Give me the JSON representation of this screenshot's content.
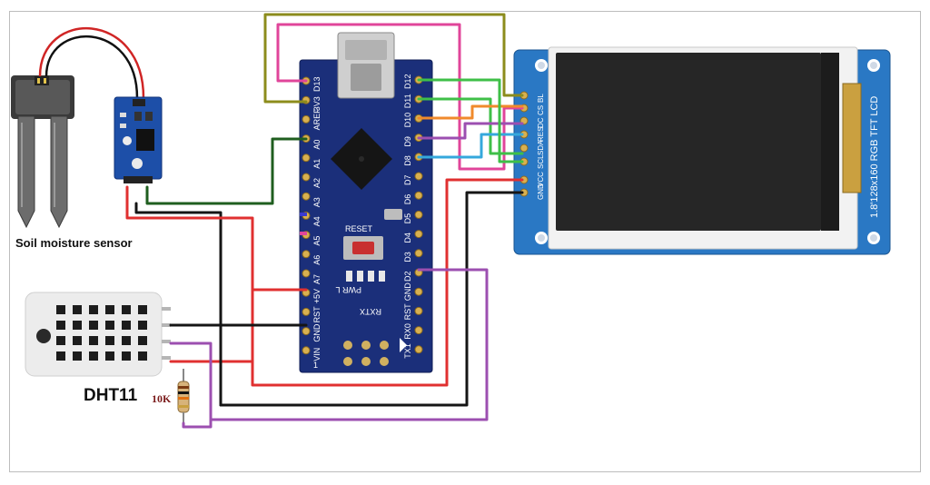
{
  "labels": {
    "soil_sensor": "Soil moisture sensor",
    "dht": "DHT11",
    "resistor": "10K",
    "tft_title": "1.8'128x160 RGB TFT LCD",
    "reset": "RESET",
    "rxtx": "RXTX",
    "pwr_l": "PWR L",
    "nano_one": "1"
  },
  "nano_left_pins": [
    "D13",
    "3V3",
    "AREF",
    "A0",
    "A1",
    "A2",
    "A3",
    "A4",
    "A5",
    "A6",
    "A7",
    "+5V",
    "RST",
    "GND",
    "VIN"
  ],
  "nano_right_pins": [
    "D12",
    "D11",
    "D10",
    "D9",
    "D8",
    "D7",
    "D6",
    "D5",
    "D4",
    "D3",
    "D2",
    "GND",
    "RST",
    "RX0",
    "TX1"
  ],
  "tft_pins": [
    "BL",
    "CS",
    "DC",
    "RES",
    "SDA",
    "SCL",
    "VCC",
    "GND"
  ],
  "colors": {
    "wire_red": "#e03030",
    "wire_black": "#151515",
    "wire_green_dark": "#1f5e1f",
    "wire_olive": "#8c8c1c",
    "wire_pink": "#e0459a",
    "wire_green": "#3fbf48",
    "wire_orange": "#f08a2c",
    "wire_purple": "#9c4fb0",
    "wire_cyan": "#35a8dc",
    "board_blue": "#1b2f7a",
    "tft_board": "#2a78c4"
  }
}
